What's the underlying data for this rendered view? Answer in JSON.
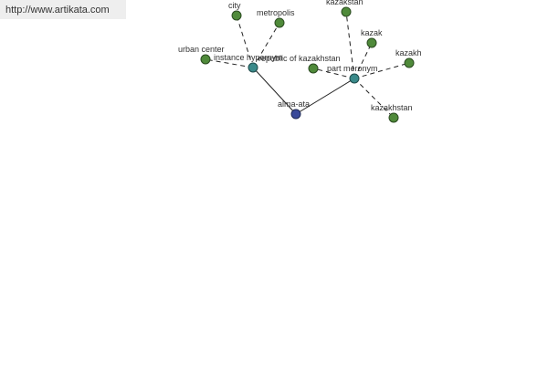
{
  "banner": {
    "url_text": "http://www.artikata.com"
  },
  "colors": {
    "leaf_node": "#4f8a3a",
    "relation_node": "#3a8a8a",
    "root_node": "#3a4a9a",
    "edge": "#222222"
  },
  "graph": {
    "root": {
      "id": "alma-ata",
      "label": "alma-ata"
    },
    "relations": [
      {
        "id": "instance-hypernym",
        "label": "instance hypernym"
      },
      {
        "id": "part-meronym",
        "label": "part meronym"
      }
    ],
    "leaves": [
      {
        "id": "city",
        "label": "city",
        "relation": "instance-hypernym"
      },
      {
        "id": "metropolis",
        "label": "metropolis",
        "relation": "instance-hypernym"
      },
      {
        "id": "urban-center",
        "label": "urban center",
        "relation": "instance-hypernym"
      },
      {
        "id": "kazakstan",
        "label": "kazakstan",
        "relation": "part-meronym"
      },
      {
        "id": "kazak",
        "label": "kazak",
        "relation": "part-meronym"
      },
      {
        "id": "kazakh",
        "label": "kazakh",
        "relation": "part-meronym"
      },
      {
        "id": "republic-of-kazakhstan",
        "label": "republic of kazakhstan",
        "relation": "part-meronym"
      },
      {
        "id": "kazakhstan",
        "label": "kazakhstan",
        "relation": "part-meronym"
      }
    ]
  }
}
